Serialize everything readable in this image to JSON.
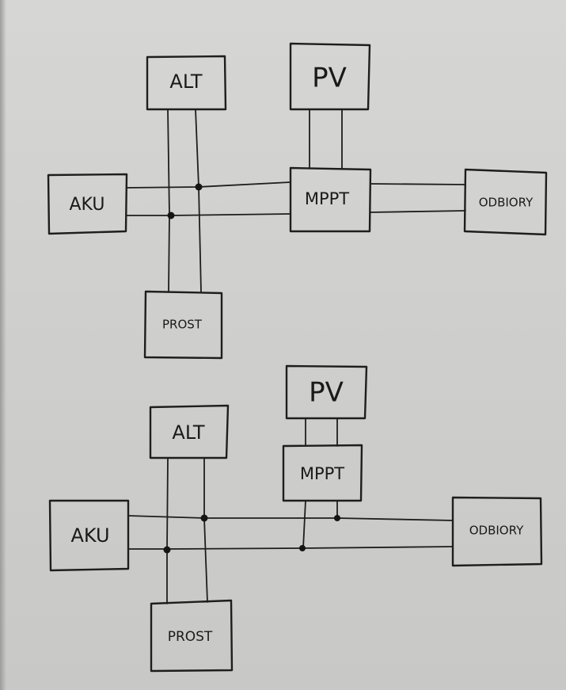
{
  "diagrams": [
    {
      "blocks": {
        "alt": "ALT",
        "pv": "PV",
        "aku": "AKU",
        "mppt": "MPPT",
        "odbiory": "ODBIORY",
        "prost": "PROST"
      }
    },
    {
      "blocks": {
        "alt": "ALT",
        "pv": "PV",
        "aku": "AKU",
        "mppt": "MPPT",
        "odbiory": "ODBIORY",
        "prost": "PROST"
      }
    }
  ],
  "colors": {
    "ink": "#1e1e1e",
    "paper": "#d3d3d1"
  }
}
